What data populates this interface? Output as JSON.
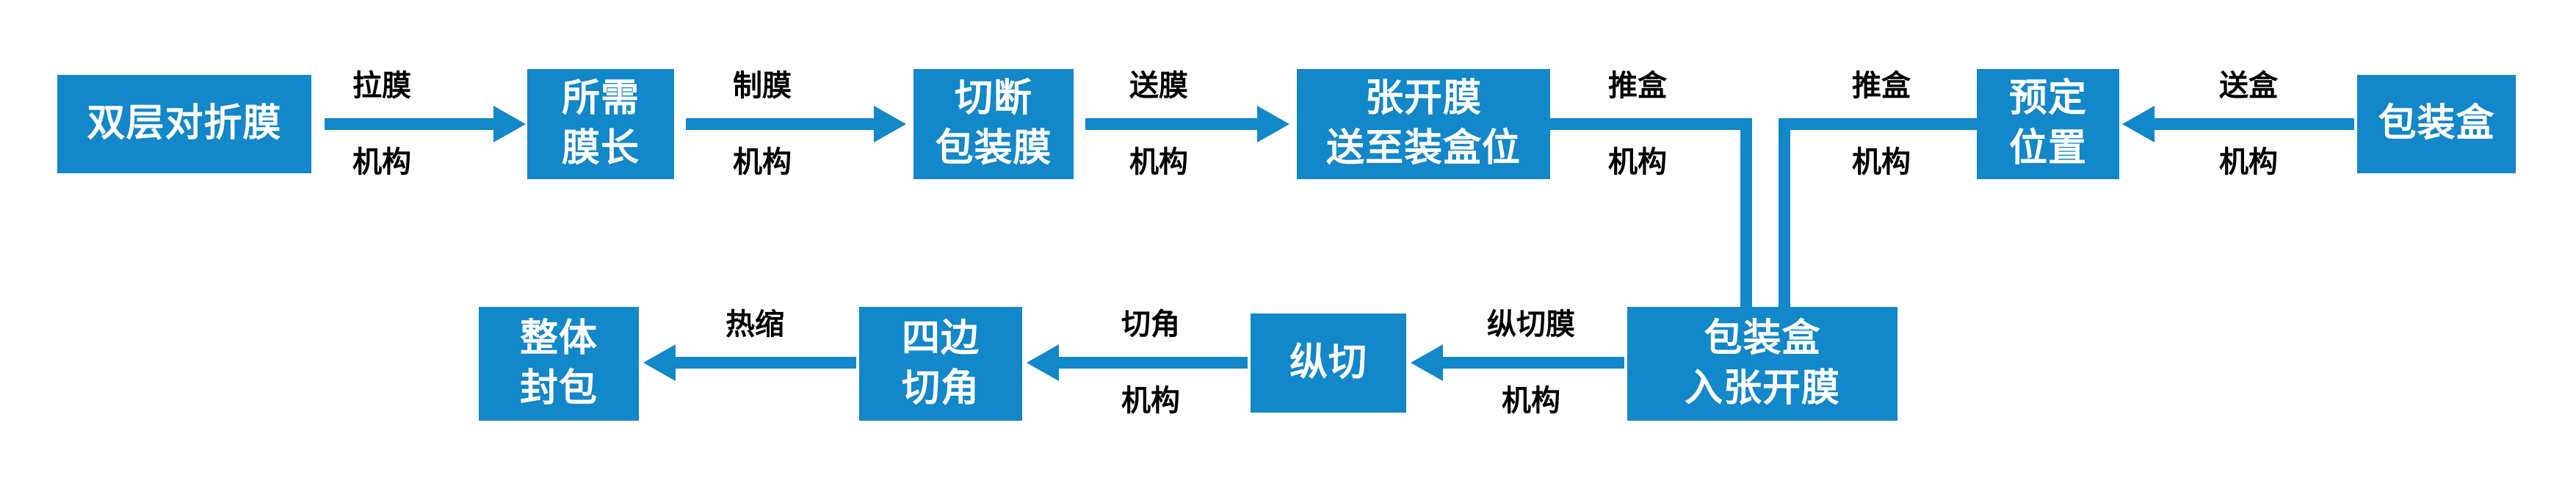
{
  "colors": {
    "box_blue": "#1287c9",
    "box_text": "#ffffff",
    "label_text": "#000000",
    "background": "#ffffff"
  },
  "diagram": {
    "boxes": {
      "double_film": {
        "line1": "双层对折膜"
      },
      "required_length": {
        "line1": "所需",
        "line2": "膜长"
      },
      "cut_film": {
        "line1": "切断",
        "line2": "包装膜"
      },
      "open_film": {
        "line1": "张开膜",
        "line2": "送至装盒位"
      },
      "preset_position": {
        "line1": "预定",
        "line2": "位置"
      },
      "packing_box": {
        "line1": "包装盒"
      },
      "box_into_film": {
        "line1": "包装盒",
        "line2": "入张开膜"
      },
      "longitudinal_cut": {
        "line1": "纵切"
      },
      "corner_cut": {
        "line1": "四边",
        "line2": "切角"
      },
      "final_seal": {
        "line1": "整体",
        "line2": "封包"
      }
    },
    "labels": {
      "pull_film": {
        "line1": "拉膜",
        "line2": "机构"
      },
      "make_film": {
        "line1": "制膜",
        "line2": "机构"
      },
      "send_film": {
        "line1": "送膜",
        "line2": "机构"
      },
      "push_box_left": {
        "line1": "推盒",
        "line2": "机构"
      },
      "push_box_right": {
        "line1": "推盒",
        "line2": "机构"
      },
      "send_box": {
        "line1": "送盒",
        "line2": "机构"
      },
      "longitudinal_cut_film": {
        "line1": "纵切膜",
        "line2": "机构"
      },
      "cut_corner": {
        "line1": "切角",
        "line2": "机构"
      },
      "heat_shrink": {
        "line1": "热缩"
      }
    }
  }
}
